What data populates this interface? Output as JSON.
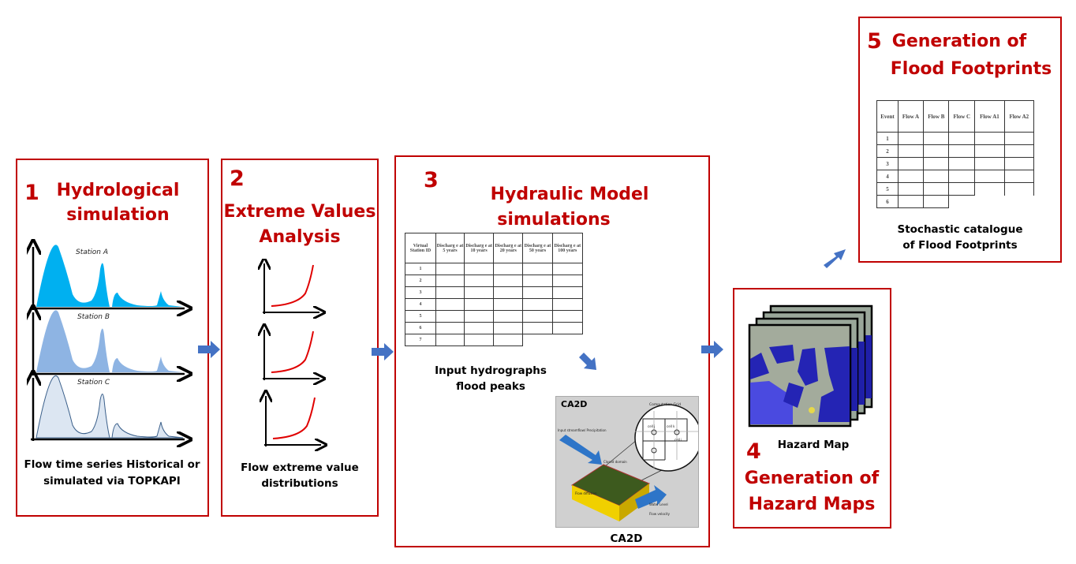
{
  "steps": {
    "s1": {
      "number": "1",
      "title_line1": "Hydrological",
      "title_line2": "simulation",
      "stations": [
        "Station A",
        "Station B",
        "Station C"
      ],
      "caption_line1": "Flow time series Historical or",
      "caption_line2": "simulated via TOPKAPI"
    },
    "s2": {
      "number": "2",
      "title_line1": "Extreme Values",
      "title_line2": "Analysis",
      "caption_line1": "Flow extreme value",
      "caption_line2": "distributions"
    },
    "s3": {
      "number": "3",
      "title_line1": "Hydraulic Model",
      "title_line2": "simulations",
      "table_headers": [
        "Virtual Station ID",
        "Discharg e at 5 years",
        "Discharg e at 10 years",
        "Discharg e at 20 years",
        "Discharg e at 50 years",
        "Discharg e at 100 years"
      ],
      "table_rows": [
        "1",
        "2",
        "3",
        "4",
        "5",
        "6",
        "7"
      ],
      "caption_line1": "Input hydrographs",
      "caption_line2": "flood peaks",
      "model_label": "CA2D",
      "model_inner_label": "CA2D",
      "model_grid_label": "Computation Grid",
      "model_labels": [
        "Input streamflow/ Precipitation",
        "Closed domain",
        "Flow diffusion",
        "Water Level",
        "Flow velocity",
        "cell j",
        "cell k",
        "cell i"
      ]
    },
    "s4": {
      "number": "4",
      "map_label": "Hazard Map",
      "title_line1": "Generation of",
      "title_line2": "Hazard Maps"
    },
    "s5": {
      "number": "5",
      "title_line1": "Generation of",
      "title_line2": "Flood Footprints",
      "table_headers": [
        "Event",
        "Flow A",
        "Flow B",
        "Flow C",
        "Flow A1",
        "Flow A2"
      ],
      "table_rows": [
        "1",
        "2",
        "3",
        "4",
        "5",
        "6"
      ],
      "caption_line1": "Stochastic catalogue",
      "caption_line2": "of Flood Footprints"
    }
  },
  "colors": {
    "accent_red": "#c00000",
    "arrow_blue": "#4472c4",
    "station_a": "#00b0f0",
    "station_b": "#8eb4e3",
    "station_c": "#dce6f2"
  }
}
